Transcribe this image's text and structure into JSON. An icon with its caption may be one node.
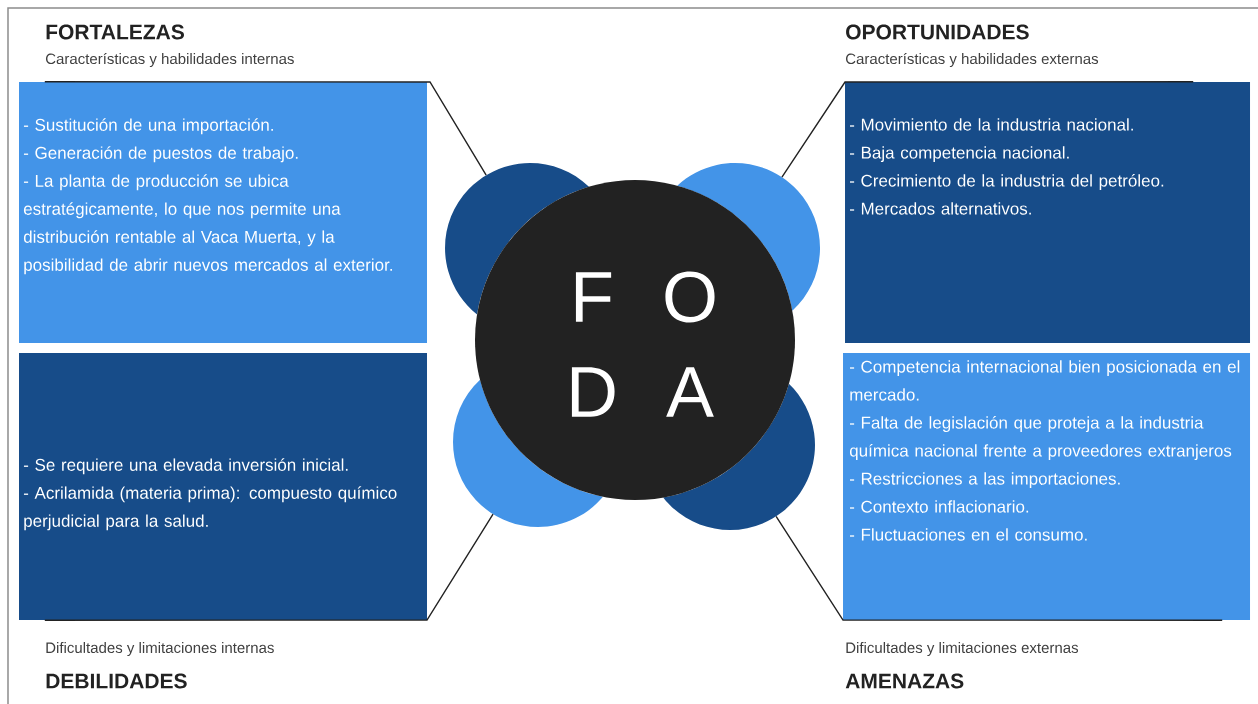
{
  "diagram": {
    "nodes": [
      {
        "text": [
          "FORTALEZAS",
          "Características y habilidades internas",
          "- Sustitución de una importación.",
          "- Generación de puestos de trabajo.",
          "- La planta de producción se ubica estratégicamente, lo que nos permite una distribución rentable al Vaca Muerta, y la posibilidad de abrir nuevos mercados al exterior."
        ]
      },
      {
        "text": [
          "OPORTUNIDADES",
          "Características y habilidades externas",
          "- Movimiento de la industria nacional.",
          "- Baja competencia nacional.",
          "- Crecimiento de la industria del petróleo.",
          "- Mercados alternativos."
        ]
      },
      {
        "text": [
          "- Se requiere una elevada inversión inicial.",
          "- Acrilamida (materia prima): compuesto químico perjudicial para la salud.",
          "Dificultades y limitaciones internas",
          "DEBILIDADES"
        ]
      },
      {
        "text": [
          "- Competencia internacional bien posicionada en el mercado.",
          "- Falta de legislación que proteja a la industria química nacional frente a proveedores extranjeros",
          "- Restricciones a las importaciones.",
          "- Contexto inflacionario.",
          "- Fluctuaciones en el consumo.",
          "Dificultades y limitaciones externas",
          "AMENAZAS"
        ]
      },
      {
        "text": [
          "F",
          "O",
          "D",
          "A"
        ]
      },
      {
        "text": [],
        "shape": "circle"
      },
      {
        "text": [],
        "shape": "circle"
      },
      {
        "text": [],
        "shape": "circle"
      },
      {
        "text": [],
        "shape": "circle"
      }
    ],
    "edges": [
      {
        "from": 0,
        "to": 5,
        "arrow": "none"
      },
      {
        "from": 1,
        "to": 6,
        "arrow": "none"
      },
      {
        "from": 2,
        "to": 7,
        "arrow": "none"
      },
      {
        "from": 3,
        "to": 8,
        "arrow": "none"
      }
    ]
  }
}
